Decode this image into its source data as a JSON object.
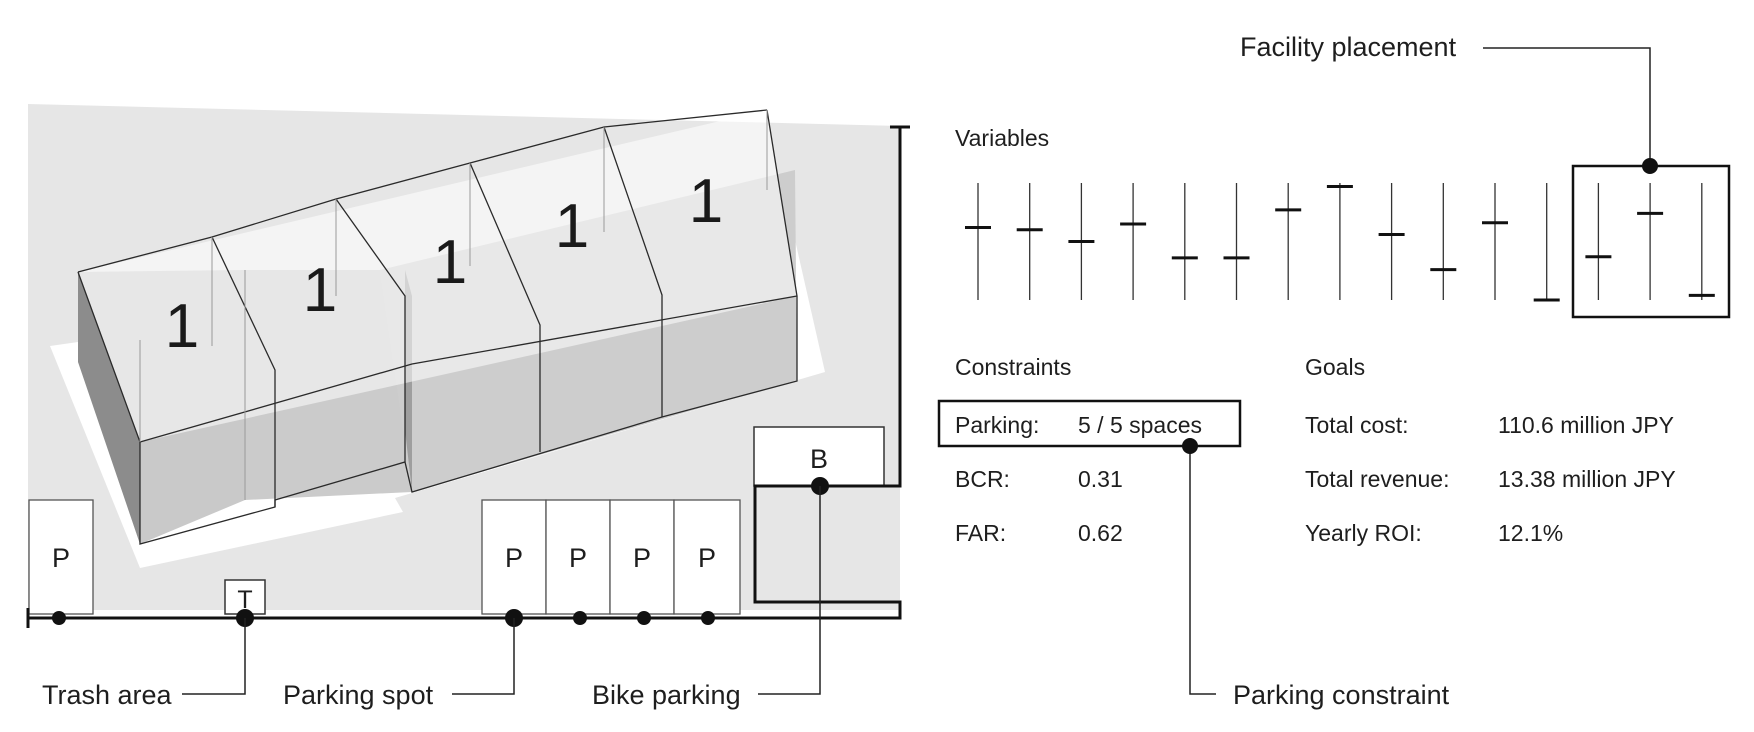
{
  "site_plan": {
    "unit_numbers": [
      "1",
      "1",
      "1",
      "1",
      "1"
    ],
    "parking_marks": [
      "P",
      "P",
      "P",
      "P",
      "P"
    ],
    "trash_mark": "T",
    "bike_mark": "B",
    "callouts": {
      "trash_area": "Trash area",
      "parking_spot": "Parking spot",
      "bike_parking": "Bike parking"
    }
  },
  "variables": {
    "title": "Variables",
    "slider_levels": [
      0.62,
      0.6,
      0.5,
      0.65,
      0.36,
      0.36,
      0.77,
      0.97,
      0.56,
      0.26,
      0.66,
      0.0,
      0.37,
      0.74,
      0.04
    ],
    "highlighted_group_callout": "Facility placement"
  },
  "constraints": {
    "title": "Constraints",
    "rows": [
      {
        "label": "Parking:",
        "value": "5 / 5 spaces"
      },
      {
        "label": "BCR:",
        "value": "0.31"
      },
      {
        "label": "FAR:",
        "value": "0.62"
      }
    ],
    "callout": "Parking constraint"
  },
  "goals": {
    "title": "Goals",
    "rows": [
      {
        "label": "Total cost:",
        "value": "110.6 million JPY"
      },
      {
        "label": "Total revenue:",
        "value": "13.38 million JPY"
      },
      {
        "label": "Yearly ROI:",
        "value": "12.1%"
      }
    ]
  }
}
